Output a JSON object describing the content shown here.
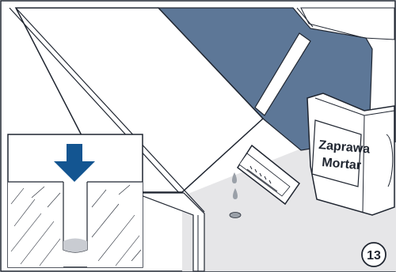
{
  "bag": {
    "line1": "Zaprawa",
    "line2": "Mortar"
  },
  "step": {
    "number": "13"
  },
  "colors": {
    "wall_blue": "#5d7797",
    "arrow_blue": "#135591",
    "floor_grey": "#e6e6e8",
    "outline": "#1f2530",
    "drop_grey": "#9aa0a8"
  },
  "icons": {
    "arrow": "arrow-down-icon",
    "bag": "mortar-bag",
    "cup": "measuring-cup"
  }
}
